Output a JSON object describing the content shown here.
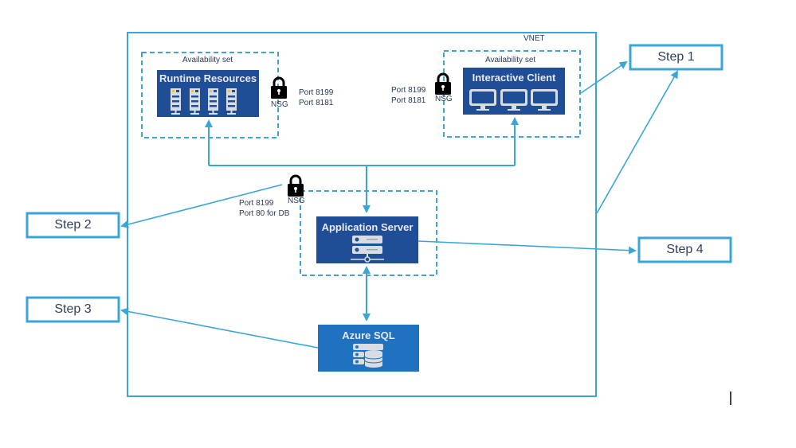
{
  "diagram": {
    "vnet_label": "VNET",
    "availability_set_label": "Availability set",
    "nsg_label": "NSG",
    "runtime": {
      "title": "Runtime Resources",
      "icon": "server-tower-icon",
      "icon_count": 4,
      "ports": [
        "Port 8199",
        "Port 8181"
      ]
    },
    "client": {
      "title": "Interactive Client",
      "icon": "monitor-icon",
      "icon_count": 3,
      "ports": [
        "Port 8199",
        "Port 8181"
      ]
    },
    "app_server": {
      "title": "Application Server",
      "icon": "server-network-icon",
      "ports": [
        "Port 8199",
        "Port 80 for DB"
      ]
    },
    "sql": {
      "title": "Azure SQL",
      "icon": "database-server-icon"
    },
    "steps": [
      {
        "label": "Step 1"
      },
      {
        "label": "Step 2"
      },
      {
        "label": "Step 3"
      },
      {
        "label": "Step 4"
      }
    ],
    "colors": {
      "line": "#3aa6d8",
      "dark_box": "#1f4e97",
      "sql_box": "#1e72c0",
      "step_border": "#3aa6d8",
      "text": "#2b3a55"
    }
  }
}
